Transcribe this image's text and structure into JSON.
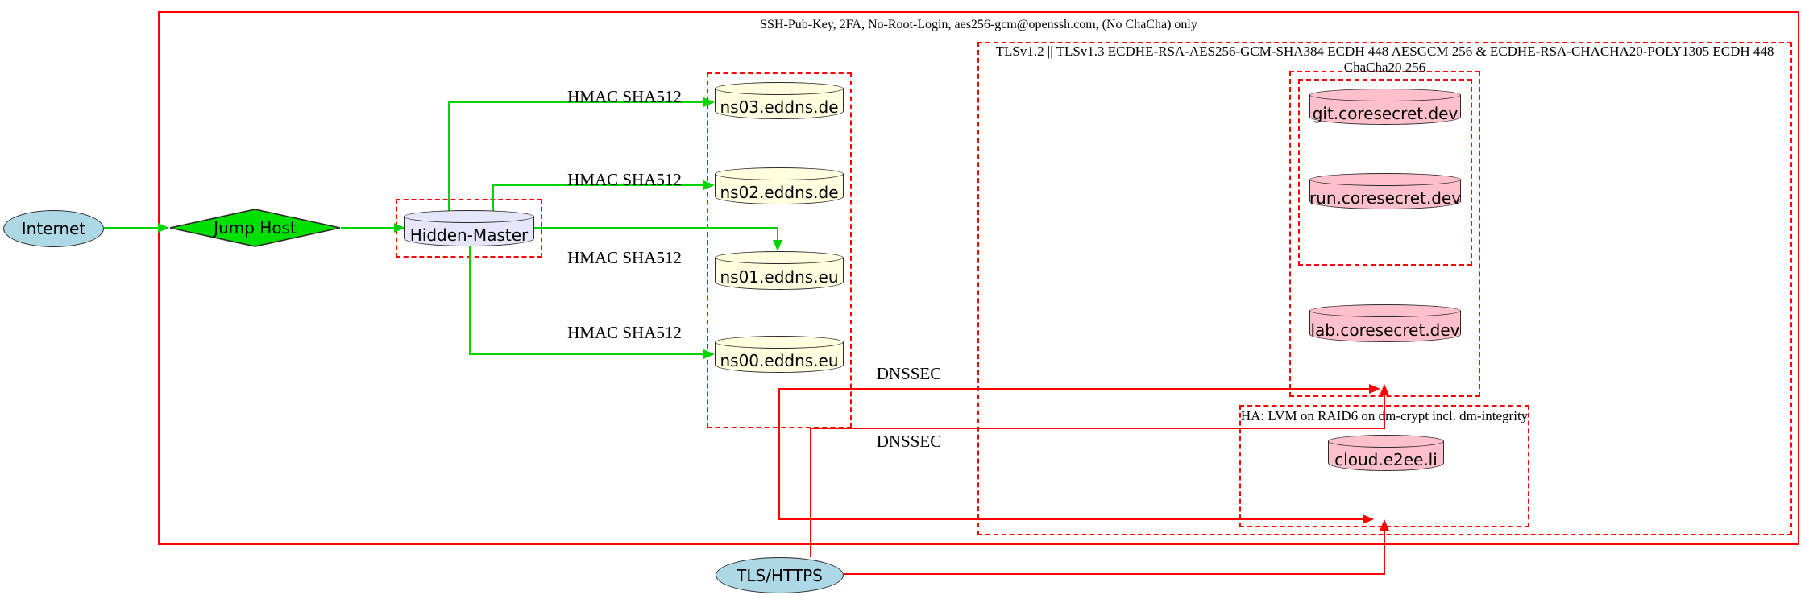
{
  "cluster_labels": {
    "ssh": "SSH-Pub-Key, 2FA, No-Root-Login, aes256-gcm@openssh.com, (No ChaCha) only",
    "tls": "TLSv1.2 || TLSv1.3 ECDHE-RSA-AES256-GCM-SHA384 ECDH 448 AESGCM 256 & ECDHE-RSA-CHACHA20-POLY1305 ECDH 448 ChaCha20 256",
    "ha": "HA: LVM on RAID6 on dm-crypt incl. dm-integrity"
  },
  "nodes": {
    "internet": {
      "label": "Internet",
      "fill": "#add8e6",
      "shape": "ellipse"
    },
    "jump_host": {
      "label": "Jump Host",
      "fill": "#00e000",
      "shape": "diamond"
    },
    "hidden_master": {
      "label": "Hidden-Master",
      "fill": "#e6e6fa",
      "shape": "cylinder"
    },
    "ns03": {
      "label": "ns03.eddns.de",
      "fill": "#ffffe0",
      "shape": "cylinder"
    },
    "ns02": {
      "label": "ns02.eddns.de",
      "fill": "#ffffe0",
      "shape": "cylinder"
    },
    "ns01": {
      "label": "ns01.eddns.eu",
      "fill": "#ffffe0",
      "shape": "cylinder"
    },
    "ns00": {
      "label": "ns00.eddns.eu",
      "fill": "#ffffe0",
      "shape": "cylinder"
    },
    "git": {
      "label": "git.coresecret.dev",
      "fill": "#ffc0cb",
      "shape": "cylinder"
    },
    "run": {
      "label": "run.coresecret.dev",
      "fill": "#ffc0cb",
      "shape": "cylinder"
    },
    "lab": {
      "label": "lab.coresecret.dev",
      "fill": "#ffc0cb",
      "shape": "cylinder"
    },
    "cloud": {
      "label": "cloud.e2ee.li",
      "fill": "#ffc0cb",
      "shape": "cylinder"
    },
    "tls_https": {
      "label": "TLS/HTTPS",
      "fill": "#add8e6",
      "shape": "ellipse"
    }
  },
  "edge_labels": {
    "hmac_ns03": "HMAC SHA512",
    "hmac_ns02": "HMAC SHA512",
    "hmac_ns01": "HMAC SHA512",
    "hmac_ns00": "HMAC SHA512",
    "dnssec_san": "DNSSEC",
    "dnssec_cloud": "DNSSEC"
  },
  "colors": {
    "cluster_border": "#ff0000",
    "secure_edge_green": "#00d400",
    "dnssec_edge_red": "#ff0000",
    "node_border": "#2b2b2b"
  }
}
